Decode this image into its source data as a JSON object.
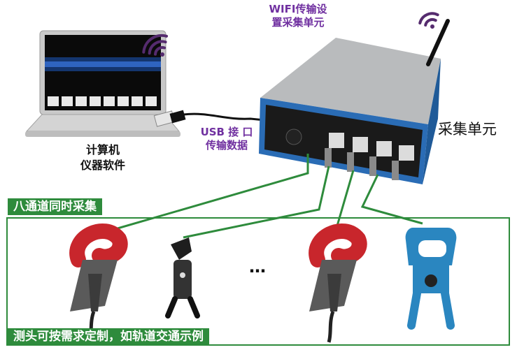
{
  "labels": {
    "wifi_line1": "WIFI传输设",
    "wifi_line2": "置采集单元",
    "usb_line1": "USB 接 口",
    "usb_line2": "传输数据",
    "computer_line1": "计算机",
    "computer_line2": "仪器软件",
    "unit": "采集单元",
    "eight_channel": "八通道同时采集",
    "probe_note": "测头可按需求定制，如轨道交通示例",
    "ellipsis": "…"
  },
  "colors": {
    "green": "#2e8b3c",
    "purple": "#7030a0",
    "blue_case": "#2a6cb5",
    "clamp_red": "#c8262c",
    "clamp_blue": "#2a86c0"
  },
  "icons": [
    "wifi-icon",
    "laptop-icon",
    "usb-plug-icon",
    "antenna-icon",
    "current-clamp-icon",
    "jaw-clamp-icon"
  ]
}
